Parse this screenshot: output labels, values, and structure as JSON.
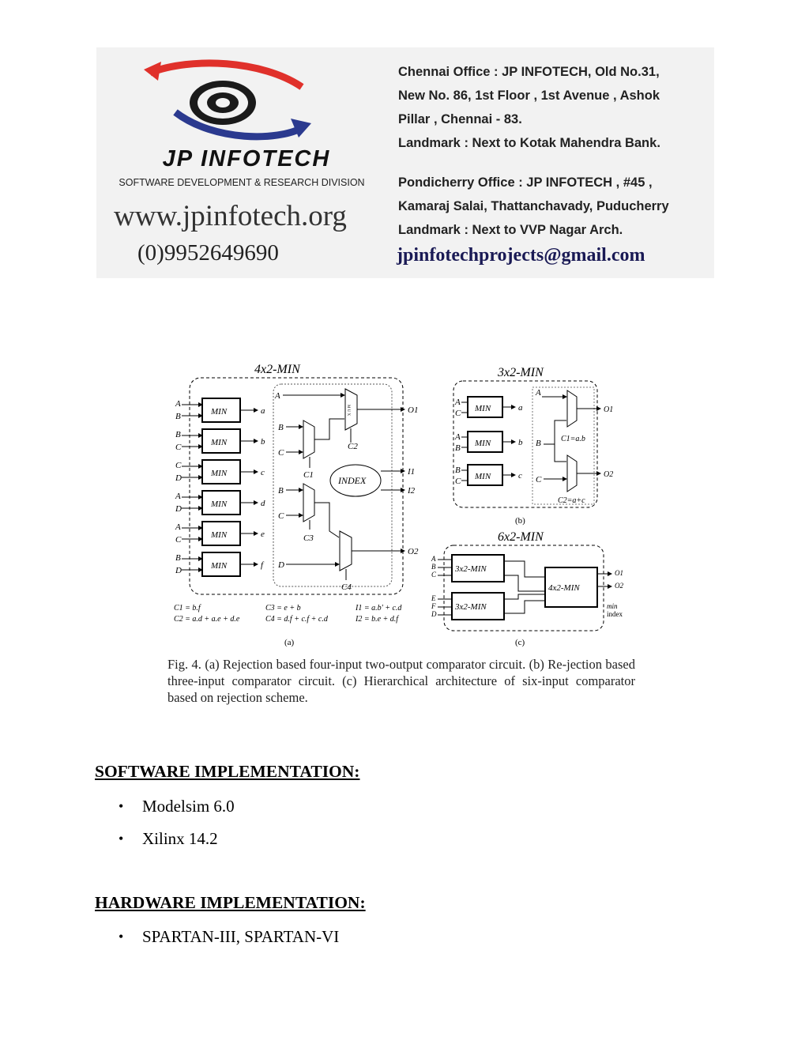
{
  "banner": {
    "company": "JP INFOTECH",
    "division": "SOFTWARE DEVELOPMENT & RESEARCH DIVISION",
    "website": "www.jpinfotech.org",
    "phone": "(0)9952649690",
    "chennai_lines": [
      "Chennai Office : JP INFOTECH, Old No.31,",
      "New No. 86, 1st Floor , 1st Avenue , Ashok",
      "Pillar , Chennai - 83.",
      "Landmark : Next to Kotak Mahendra Bank."
    ],
    "pondy_lines": [
      "Pondicherry Office : JP INFOTECH , #45 ,",
      "Kamaraj Salai, Thattanchavady, Puducherry",
      "Landmark : Next to VVP Nagar Arch."
    ],
    "email": "jpinfotechprojects@gmail.com",
    "colors": {
      "arrow_red": "#e0312b",
      "arrow_blue": "#2b3a8f",
      "bg": "#f2f2f2"
    }
  },
  "figure": {
    "a": {
      "title": "4x2-MIN",
      "min_label": "MIN",
      "min_inputs": [
        [
          "A",
          "B"
        ],
        [
          "B",
          "C"
        ],
        [
          "C",
          "D"
        ],
        [
          "A",
          "D"
        ],
        [
          "A",
          "C"
        ],
        [
          "B",
          "D"
        ]
      ],
      "min_outputs": [
        "a",
        "b",
        "c",
        "d",
        "e",
        "f"
      ],
      "mux_inputs": [
        "A",
        "B",
        "C",
        "B",
        "C",
        "D"
      ],
      "mux_selects": [
        "C2",
        "C1",
        "C3",
        "C4"
      ],
      "mux_glyph": "M U X",
      "index_label": "INDEX",
      "outputs": [
        "O1",
        "I1",
        "I2",
        "O2"
      ],
      "equations": [
        "C1 = b.f",
        "C2 = a.d + a.e + d.e",
        "C3 = e + b",
        "C4 = d.f + c.f + c.d",
        "I1 = a.b' + c.d",
        "I2 = b.e + d.f"
      ],
      "sub_label": "(a)"
    },
    "b": {
      "title": "3x2-MIN",
      "min_label": "MIN",
      "min_inputs": [
        [
          "A",
          "C"
        ],
        [
          "A",
          "B"
        ],
        [
          "B",
          "C"
        ]
      ],
      "min_outputs": [
        "a",
        "b",
        "c"
      ],
      "mux_inputs": [
        "A",
        "B",
        "C"
      ],
      "mux_selects": [
        "C1=a.b",
        "C2=a+c"
      ],
      "outputs": [
        "O1",
        "O2"
      ],
      "sub_label": "(b)"
    },
    "c": {
      "title": "6x2-MIN",
      "blocks": [
        "3x2-MIN",
        "3x2-MIN",
        "4x2-MIN"
      ],
      "inputs_top": [
        "A",
        "B",
        "C"
      ],
      "inputs_bottom": [
        "E",
        "F",
        "D"
      ],
      "outputs": [
        "O1",
        "O2",
        "min",
        "index"
      ],
      "sub_label": "(c)"
    }
  },
  "caption": "Fig. 4.  (a) Rejection based four-input two-output comparator circuit. (b) Re-jection based three-input comparator circuit. (c) Hierarchical architecture of six-input comparator based on rejection scheme.",
  "software": {
    "heading": "SOFTWARE IMPLEMENTATION:",
    "items": [
      "Modelsim 6.0",
      "Xilinx  14.2"
    ]
  },
  "hardware": {
    "heading": "HARDWARE IMPLEMENTATION:",
    "items": [
      "SPARTAN-III, SPARTAN-VI"
    ]
  },
  "bullet_glyph": "•"
}
